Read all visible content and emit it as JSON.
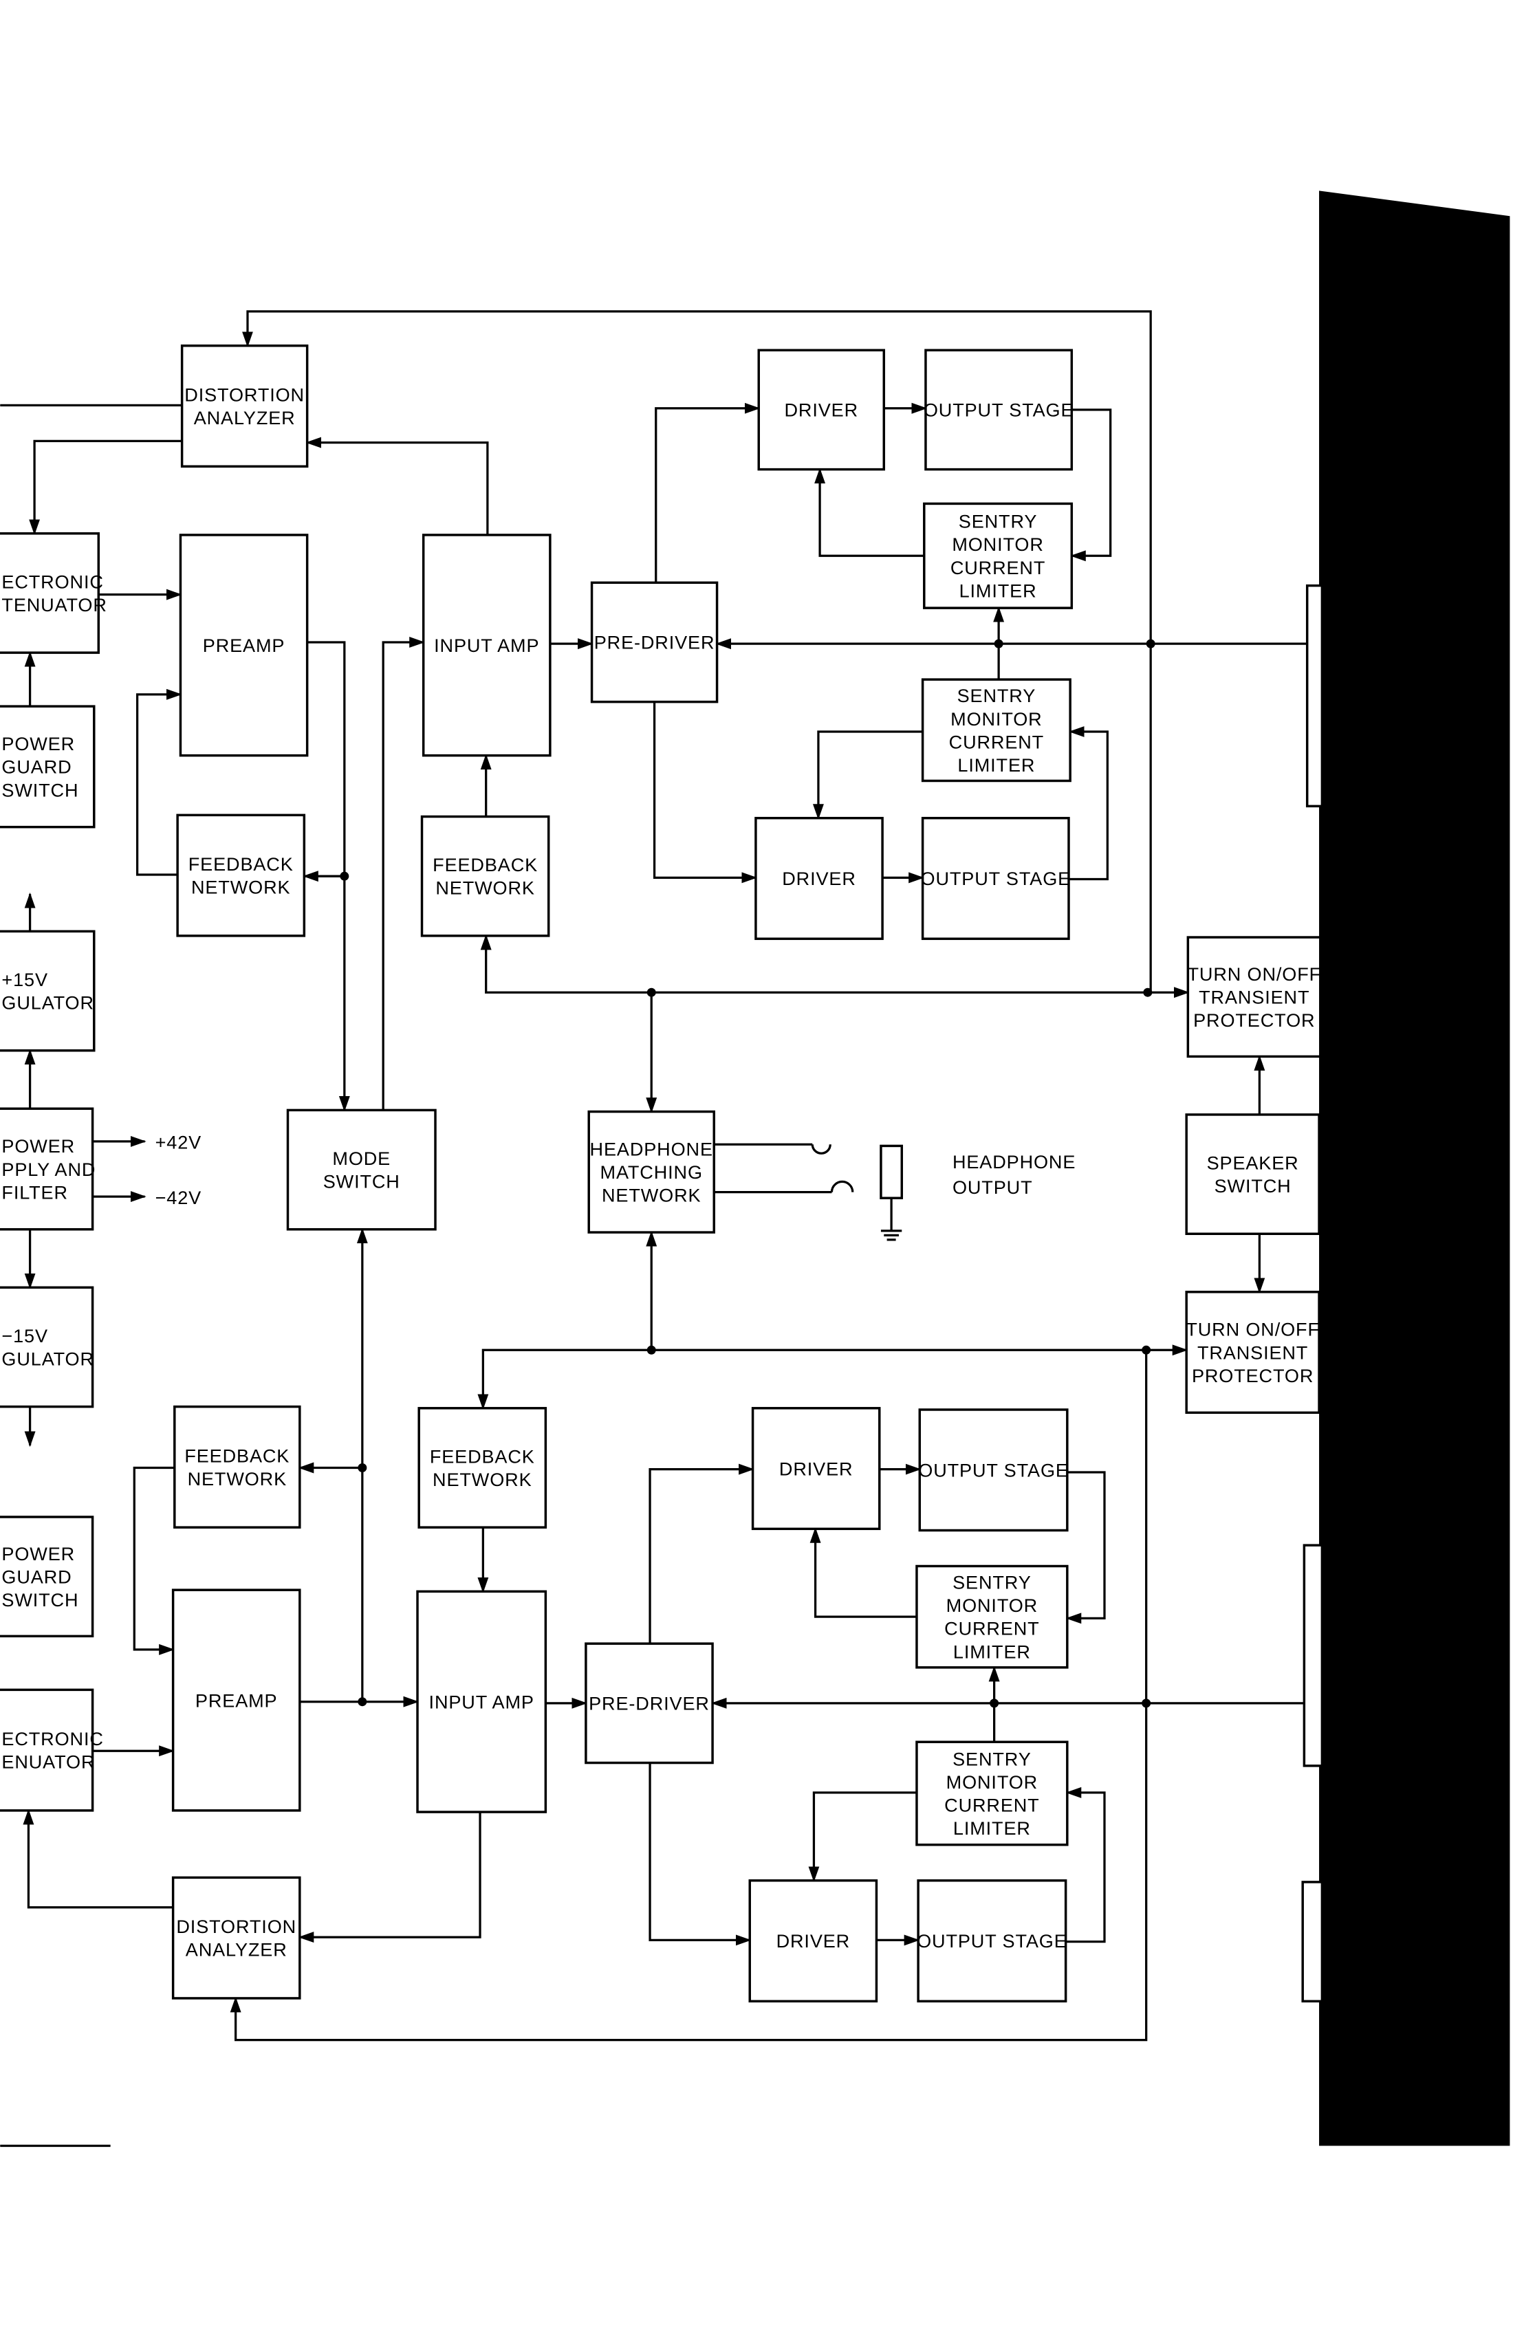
{
  "diagram": {
    "boxes": {
      "dist_top": [
        "DISTORTION",
        "ANALYZER"
      ],
      "atten_top": [
        "ECTRONIC",
        "TENUATOR"
      ],
      "preamp_top": [
        "PREAMP"
      ],
      "guard_top": [
        "POWER",
        "GUARD",
        "SWITCH"
      ],
      "fb_tl": [
        "FEEDBACK",
        "NETWORK"
      ],
      "input_top": [
        "INPUT  AMP"
      ],
      "fb_tm": [
        "FEEDBACK",
        "NETWORK"
      ],
      "predrv_top": [
        "PRE-DRIVER"
      ],
      "drv_t1": [
        "DRIVER"
      ],
      "out_t1": [
        "OUTPUT  STAGE"
      ],
      "sentry_t1": [
        "SENTRY",
        "MONITOR",
        "CURRENT",
        "LIMITER"
      ],
      "sentry_t2": [
        "SENTRY",
        "MONITOR",
        "CURRENT",
        "LIMITER"
      ],
      "drv_t2": [
        "DRIVER"
      ],
      "out_t2": [
        "OUTPUT  STAGE"
      ],
      "reg_p15": [
        "+15V",
        "GULATOR"
      ],
      "psu": [
        "POWER",
        "PPLY  AND",
        "FILTER"
      ],
      "mode": [
        "MODE",
        "SWITCH"
      ],
      "hp_match": [
        "HEADPHONE",
        "MATCHING",
        "NETWORK"
      ],
      "turn_top": [
        "TURN  ON/OFF",
        "TRANSIENT",
        "PROTECTOR"
      ],
      "spk": [
        "SPEAKER",
        "SWITCH"
      ],
      "turn_bot": [
        "TURN  ON/OFF",
        "TRANSIENT",
        "PROTECTOR"
      ],
      "reg_m15": [
        "−15V",
        "GULATOR"
      ],
      "fb_bl": [
        "FEEDBACK",
        "NETWORK"
      ],
      "fb_bm": [
        "FEEDBACK",
        "NETWORK"
      ],
      "guard_bot": [
        "POWER",
        "GUARD",
        "SWITCH"
      ],
      "preamp_bot": [
        "PREAMP"
      ],
      "input_bot": [
        "INPUT  AMP"
      ],
      "atten_bot": [
        "ECTRONIC",
        "ENUATOR"
      ],
      "predrv_bot": [
        "PRE-DRIVER"
      ],
      "drv_b1": [
        "DRIVER"
      ],
      "out_b1": [
        "OUTPUT  STAGE"
      ],
      "sentry_b1": [
        "SENTRY",
        "MONITOR",
        "CURRENT",
        "LIMITER"
      ],
      "sentry_b2": [
        "SENTRY",
        "MONITOR",
        "CURRENT",
        "LIMITER"
      ],
      "drv_b2": [
        "DRIVER"
      ],
      "out_b2": [
        "OUTPUT  STAGE"
      ],
      "dist_bot": [
        "DISTORTION",
        "ANALYZER"
      ]
    },
    "labels": {
      "plus42": "+42V",
      "minus42": "−42V",
      "headphone_output": [
        "HEADPHONE",
        "OUTPUT"
      ]
    }
  }
}
